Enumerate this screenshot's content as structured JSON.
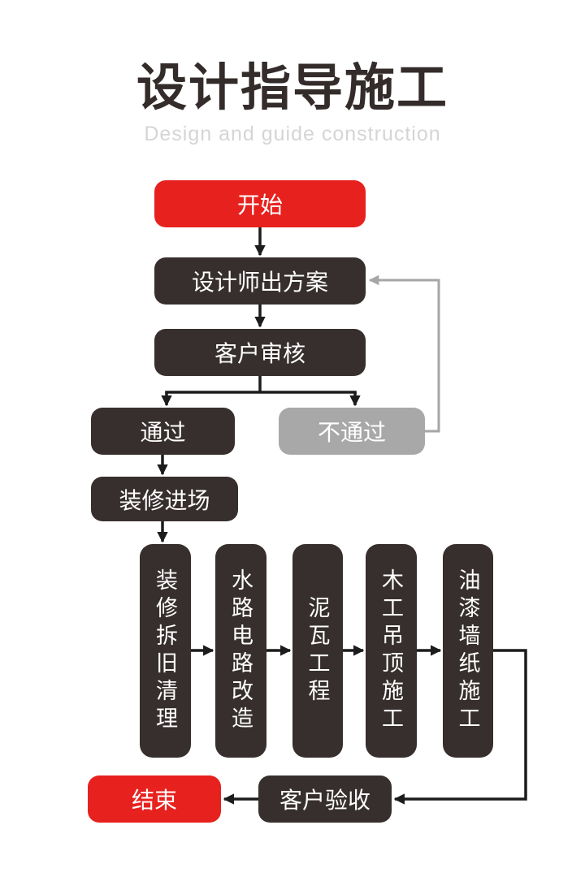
{
  "header": {
    "title": "设计指导施工",
    "subtitle": "Design and guide construction"
  },
  "flowchart": {
    "nodes": {
      "start": {
        "label": "开始",
        "style": "red",
        "orientation": "horizontal"
      },
      "designer": {
        "label": "设计师出方案",
        "style": "dark",
        "orientation": "horizontal"
      },
      "review": {
        "label": "客户审核",
        "style": "dark",
        "orientation": "horizontal"
      },
      "pass": {
        "label": "通过",
        "style": "dark",
        "orientation": "horizontal"
      },
      "fail": {
        "label": "不通过",
        "style": "gray",
        "orientation": "horizontal"
      },
      "enter": {
        "label": "装修进场",
        "style": "dark",
        "orientation": "horizontal"
      },
      "demolition": {
        "label": "装修拆旧清理",
        "style": "dark",
        "orientation": "vertical"
      },
      "plumbing": {
        "label": "水路电路改造",
        "style": "dark",
        "orientation": "vertical"
      },
      "masonry": {
        "label": "泥瓦工程",
        "style": "dark",
        "orientation": "vertical"
      },
      "carpentry": {
        "label": "木工吊顶施工",
        "style": "dark",
        "orientation": "vertical"
      },
      "painting": {
        "label": "油漆墙纸施工",
        "style": "dark",
        "orientation": "vertical"
      },
      "acceptance": {
        "label": "客户验收",
        "style": "dark",
        "orientation": "horizontal"
      },
      "end": {
        "label": "结束",
        "style": "red",
        "orientation": "horizontal"
      }
    },
    "edges": [
      {
        "from": "start",
        "to": "designer",
        "color": "black"
      },
      {
        "from": "designer",
        "to": "review",
        "color": "black"
      },
      {
        "from": "review",
        "to": "pass",
        "color": "black"
      },
      {
        "from": "review",
        "to": "fail",
        "color": "black"
      },
      {
        "from": "fail",
        "to": "designer",
        "color": "gray",
        "note": "loop back"
      },
      {
        "from": "pass",
        "to": "enter",
        "color": "black"
      },
      {
        "from": "enter",
        "to": "demolition",
        "color": "black"
      },
      {
        "from": "demolition",
        "to": "plumbing",
        "color": "black"
      },
      {
        "from": "plumbing",
        "to": "masonry",
        "color": "black"
      },
      {
        "from": "masonry",
        "to": "carpentry",
        "color": "black"
      },
      {
        "from": "carpentry",
        "to": "painting",
        "color": "black"
      },
      {
        "from": "painting",
        "to": "acceptance",
        "color": "black"
      },
      {
        "from": "acceptance",
        "to": "end",
        "color": "black"
      }
    ]
  },
  "colors": {
    "red_box": "#e7211e",
    "dark_box": "#372f2d",
    "gray_box": "#a8a8a8",
    "arrow_black": "#1c1c1c",
    "arrow_gray": "#a6a6a6",
    "title_text": "#332c2a",
    "subtitle_text": "#d5d5d5",
    "node_text": "#ffffff",
    "background": "#ffffff"
  }
}
